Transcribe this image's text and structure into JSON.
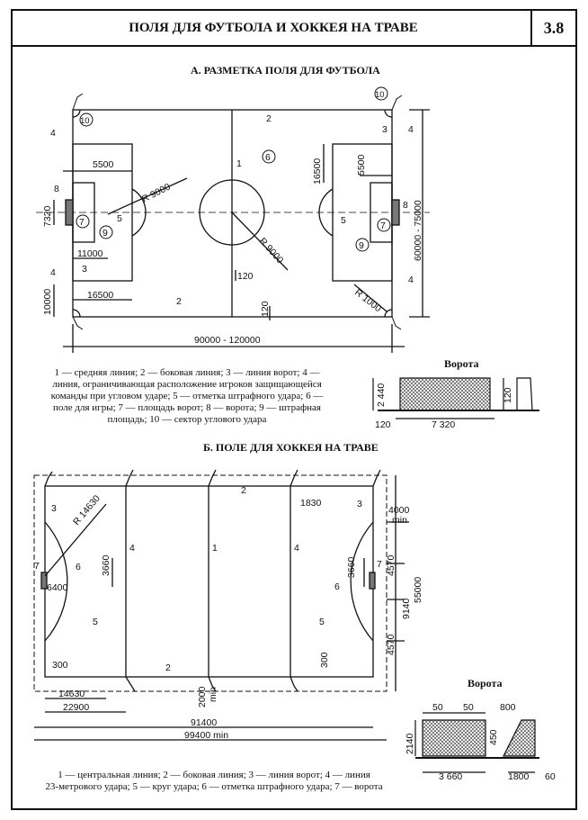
{
  "header": {
    "title": "ПОЛЯ ДЛЯ ФУТБОЛА И ХОККЕЯ НА ТРАВЕ",
    "number": "3.8"
  },
  "football": {
    "title": "А. РАЗМЕТКА ПОЛЯ ДЛЯ ФУТБОЛА",
    "dims": {
      "d5500_l": "5500",
      "d5500_r": "5500",
      "d16500_v": "16500",
      "d16500_h": "16500",
      "d7320": "7320",
      "d11000": "11000",
      "d10000": "10000",
      "d120_a": "120",
      "d120_b": "120",
      "r9000_a": "R 9000",
      "r9000_b": "R 9000",
      "r1000": "R 1000",
      "width": "60000 - 75000",
      "length": "90000 - 120000"
    },
    "marks": {
      "m1": "1",
      "m2a": "2",
      "m2b": "2",
      "m3a": "3",
      "m3b": "3",
      "m4a": "4",
      "m4b": "4",
      "m4c": "4",
      "m4d": "4",
      "m5a": "5",
      "m5b": "5",
      "m6": "6",
      "m7a": "7",
      "m7b": "7",
      "m8a": "8",
      "m8b": "8",
      "m9a": "9",
      "m9b": "9",
      "m10a": "10",
      "m10b": "10"
    },
    "caption": [
      "1 — средняя линия; 2 — боковая линия; 3 — линия ворот; 4 —",
      "линия, ограничивающая расположение игроков защищающейся",
      "команды при угловом ударе; 5 — отметка штрафного удара; 6 —",
      "поле для игры; 7 — площадь ворот; 8 — ворота; 9 — штрафная",
      "площадь; 10 — сектор углового удара"
    ],
    "goal": {
      "title": "Ворота",
      "h": "2 440",
      "w": "7 320",
      "post": "120",
      "post2": "120"
    }
  },
  "hockey": {
    "title": "Б. ПОЛЕ ДЛЯ ХОККЕЯ НА ТРАВЕ",
    "dims": {
      "r14630": "R 14630",
      "d1830": "1830",
      "d3660_l": "3660",
      "d3660_r": "3660",
      "d6400": "6400",
      "d300_l": "300",
      "d300_r": "300",
      "d4000": "4000",
      "min1": "min",
      "d4570_a": "4570",
      "d9140": "9140",
      "d4570_b": "4570",
      "d55000": "55000",
      "d14630": "14630",
      "d22900": "22900",
      "d2000": "2000",
      "min2": "min",
      "d91400": "91400",
      "d99400": "99400 min"
    },
    "marks": {
      "m1": "1",
      "m2a": "2",
      "m2b": "2",
      "m3a": "3",
      "m3b": "3",
      "m4a": "4",
      "m4b": "4",
      "m5a": "5",
      "m5b": "5",
      "m6a": "6",
      "m6b": "6",
      "m7a": "7",
      "m7b": "7"
    },
    "caption": [
      "1 — центральная линия; 2 — боковая линия; 3 — линия ворот; 4 — линия",
      "23-метрового удара; 5 — круг удара; 6 — отметка штрафного удара; 7 — ворота"
    ],
    "goal": {
      "title": "Ворота",
      "w1": "50",
      "w2": "50",
      "d800": "800",
      "h": "2140",
      "d450": "450",
      "w": "3 660",
      "d1800": "1800",
      "d60": "60"
    }
  }
}
